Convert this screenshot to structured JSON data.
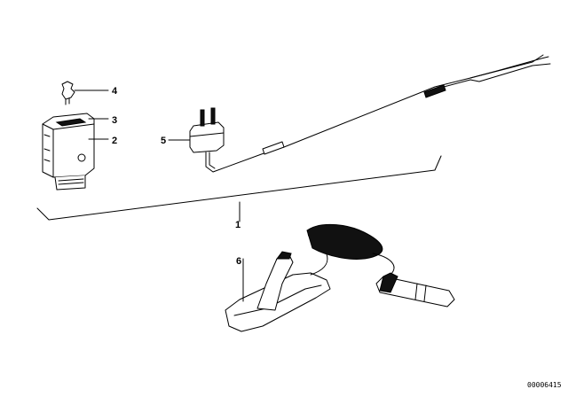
{
  "callouts": {
    "c1": "1",
    "c2": "2",
    "c3": "3",
    "c4": "4",
    "c5": "5",
    "c6": "6"
  },
  "document_id": "00006415"
}
